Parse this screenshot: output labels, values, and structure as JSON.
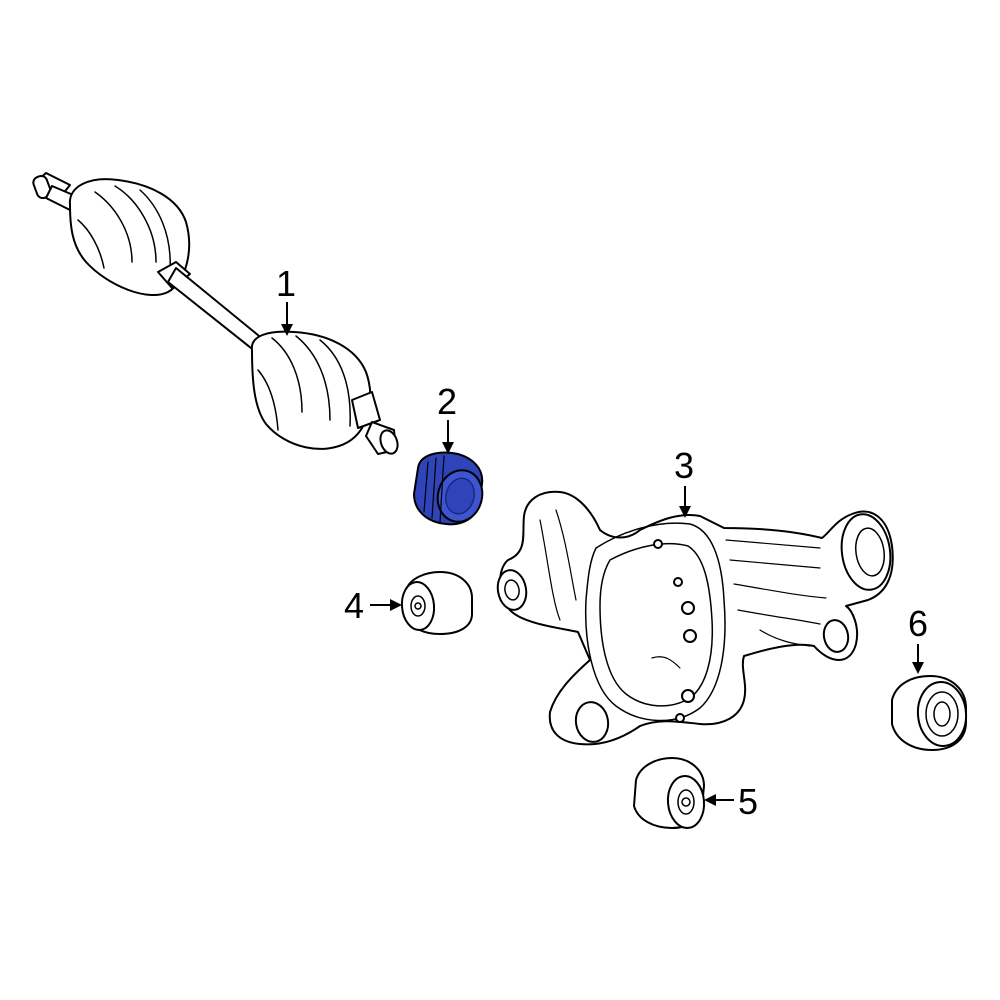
{
  "callouts": {
    "c1": "1",
    "c2": "2",
    "c3": "3",
    "c4": "4",
    "c5": "5",
    "c6": "6"
  },
  "colors": {
    "highlight": "#2f44b8",
    "highlight_dark": "#1a2a80",
    "line": "#000000",
    "background": "#ffffff"
  }
}
